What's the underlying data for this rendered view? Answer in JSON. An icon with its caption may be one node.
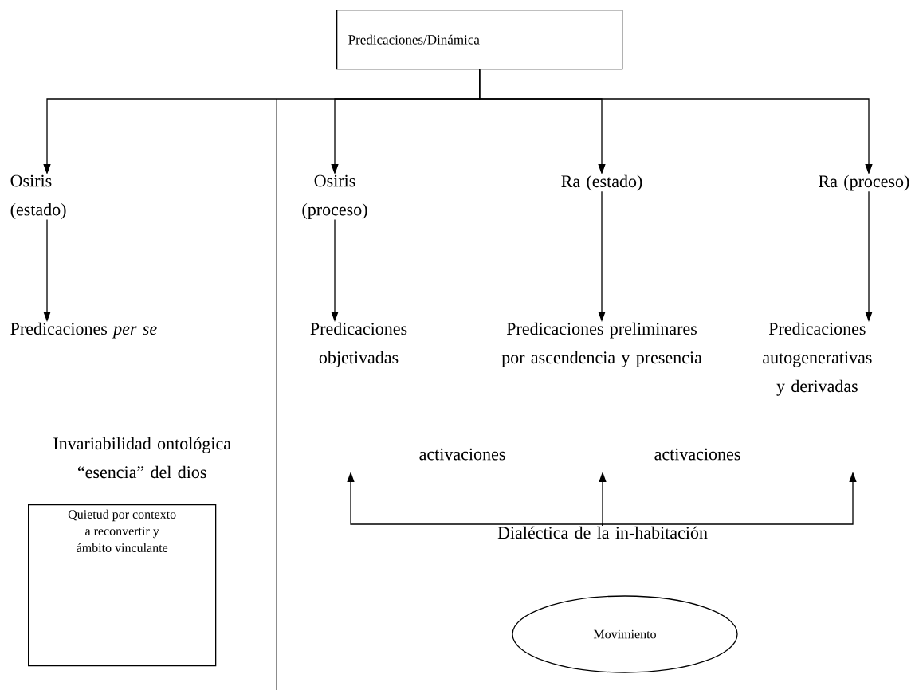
{
  "diagram": {
    "nodes": [
      {
        "text": [
          "Predicaciones/Dinámica"
        ]
      },
      {
        "text": [
          "Osiris (estado)"
        ]
      },
      {
        "text": [
          "Osiris (proceso)"
        ]
      },
      {
        "text": [
          "Ra (estado)"
        ]
      },
      {
        "text": [
          "Ra (proceso)"
        ]
      },
      {
        "text": [
          "Predicaciones *per se*"
        ]
      },
      {
        "text": [
          "Predicaciones objetivadas"
        ]
      },
      {
        "text": [
          "Predicaciones preliminares por ascendencia y presencia"
        ]
      },
      {
        "text": [
          "Predicaciones autogenerativas y derivadas"
        ]
      },
      {
        "text": [
          "Invariabilidad ontológica “esencia” del dios"
        ]
      },
      {
        "text": [
          "Quietud por contexto a reconvertir y ámbito vinculante"
        ]
      },
      {
        "text": [
          "Dialéctica de la in-habitación"
        ]
      },
      {
        "text": [
          "Movimiento"
        ]
      }
    ],
    "edges": [
      {
        "from": 0,
        "to": 1,
        "arrow": "to"
      },
      {
        "from": 0,
        "to": 2,
        "arrow": "to"
      },
      {
        "from": 0,
        "to": 3,
        "arrow": "to"
      },
      {
        "from": 0,
        "to": 4,
        "arrow": "to"
      },
      {
        "from": 1,
        "to": 5,
        "arrow": "to"
      },
      {
        "from": 2,
        "to": 6,
        "arrow": "to"
      },
      {
        "from": 3,
        "to": 7,
        "arrow": "to"
      },
      {
        "from": 4,
        "to": 8,
        "arrow": "to"
      },
      {
        "from": 11,
        "to": null,
        "arrow": "to"
      },
      {
        "from": 11,
        "to": null,
        "arrow": "to"
      },
      {
        "from": 11,
        "to": null,
        "arrow": "to"
      }
    ],
    "labels": [
      "activaciones",
      "activaciones"
    ]
  }
}
